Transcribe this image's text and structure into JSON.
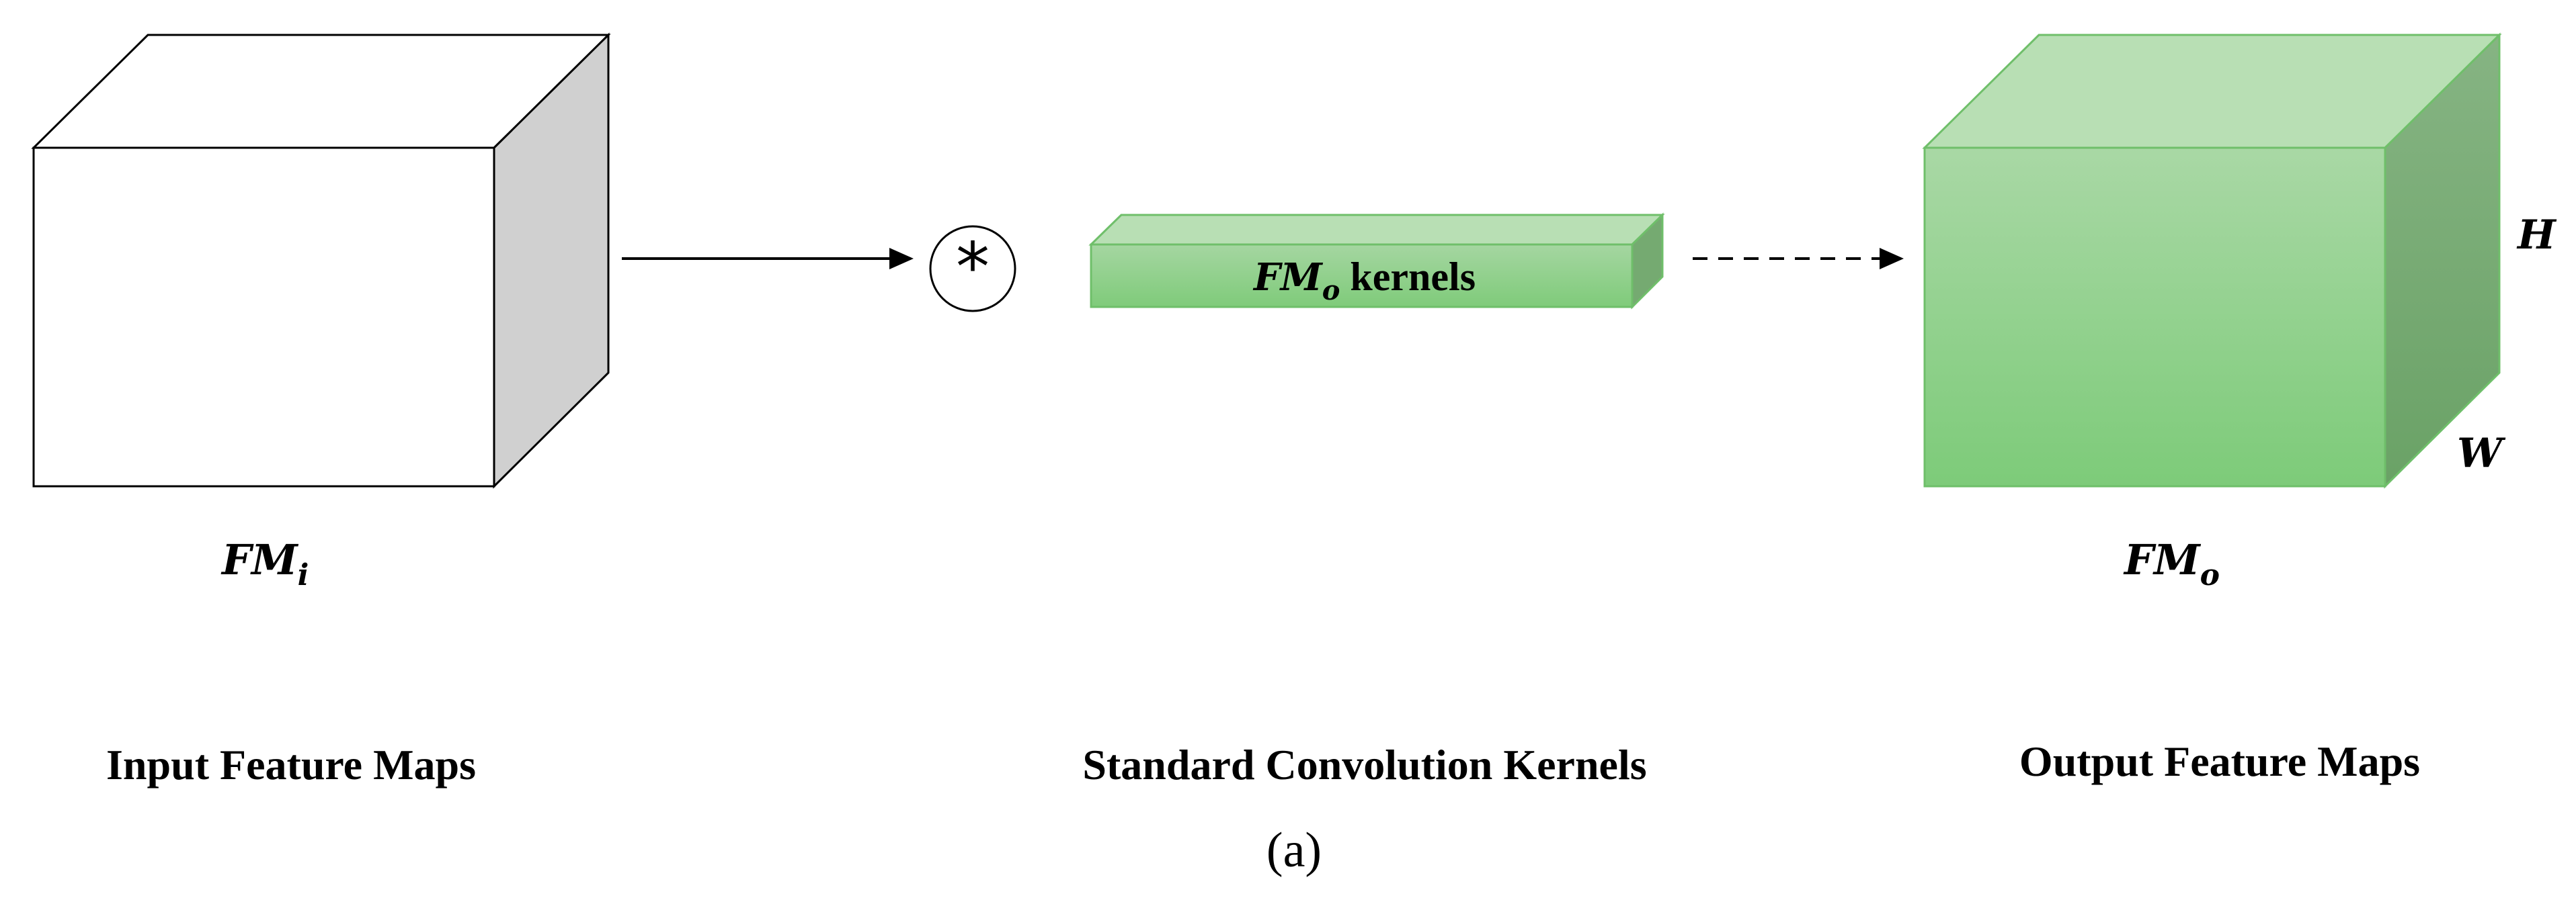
{
  "input_block": {
    "math_base": "FM",
    "math_sub": "i",
    "caption": "Input Feature Maps"
  },
  "operator": {
    "symbol": "*"
  },
  "kernel_block": {
    "math_base": "FM",
    "math_sub": "o",
    "suffix": " kernels",
    "caption": "Standard Convolution Kernels"
  },
  "output_block": {
    "math_base": "FM",
    "math_sub": "o",
    "height_label": "H",
    "width_label": "W",
    "caption": "Output Feature Maps"
  },
  "subfigure_label": "(a)",
  "colors": {
    "green_front_top": "#a9d8a5",
    "green_front_bottom": "#7dcb79",
    "green_top": "#b8dfb4",
    "green_side": "#72a86e",
    "green_stroke": "#6fbf6a",
    "grey_side": "#d0d0d0"
  }
}
